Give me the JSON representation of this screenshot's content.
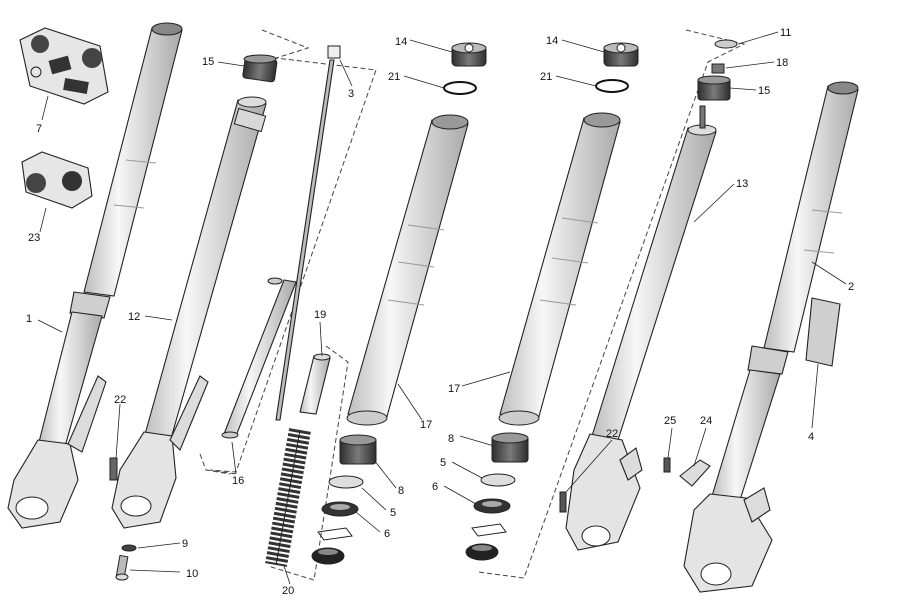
{
  "callouts": {
    "c1": "1",
    "c2": "2",
    "c3": "3",
    "c4": "4",
    "c5a": "5",
    "c5b": "5",
    "c6a": "6",
    "c6b": "6",
    "c7": "7",
    "c8a": "8",
    "c8b": "8",
    "c9": "9",
    "c10": "10",
    "c11": "11",
    "c12": "12",
    "c13": "13",
    "c14a": "14",
    "c14b": "14",
    "c15a": "15",
    "c15b": "15",
    "c16": "16",
    "c17a": "17",
    "c17b": "17",
    "c18": "18",
    "c19": "19",
    "c20": "20",
    "c21a": "21",
    "c21b": "21",
    "c22a": "22",
    "c22b": "22",
    "c23": "23",
    "c24": "24",
    "c25": "25"
  },
  "colors": {
    "line": "#222222",
    "tube_fill": "#e9e9e9",
    "dark_part": "#4a4a4a",
    "background": "#ffffff"
  }
}
